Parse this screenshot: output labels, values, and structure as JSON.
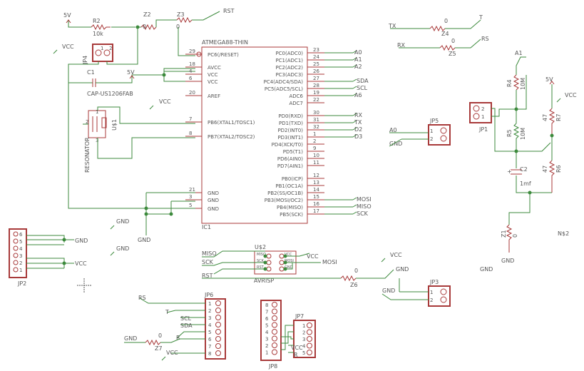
{
  "supply": {
    "v5": "5V",
    "vcc": "VCC",
    "gnd": "GND"
  },
  "chip": {
    "name": "ATMEGA88-THIN",
    "ref": "IC1",
    "left_pins": [
      {
        "num": "29",
        "name": "PC6(/RESET)"
      },
      {
        "num": "18",
        "name": "AVCC"
      },
      {
        "num": "4",
        "name": "VCC"
      },
      {
        "num": "6",
        "name": "VCC"
      },
      {
        "num": "20",
        "name": "AREF"
      },
      {
        "num": "7",
        "name": "PB6(XTAL1/TOSC1)"
      },
      {
        "num": "8",
        "name": "PB7(XTAL2/TOSC2)"
      },
      {
        "num": "21",
        "name": "GND"
      },
      {
        "num": "3",
        "name": "GND"
      },
      {
        "num": "5",
        "name": "GND"
      }
    ],
    "right_pins": [
      {
        "num": "23",
        "name": "PC0(ADC0)",
        "net": "A0"
      },
      {
        "num": "24",
        "name": "PC1(ADC1)",
        "net": "A1"
      },
      {
        "num": "25",
        "name": "PC2(ADC2)",
        "net": "A2"
      },
      {
        "num": "26",
        "name": "PC3(ADC3)",
        "net": ""
      },
      {
        "num": "27",
        "name": "PC4(ADC4/SDA)",
        "net": "SDA"
      },
      {
        "num": "28",
        "name": "PC5(ADC5/SCL)",
        "net": "SCL"
      },
      {
        "num": "19",
        "name": "ADC6",
        "net": "A6"
      },
      {
        "num": "22",
        "name": "ADC7",
        "net": ""
      },
      {
        "num": "30",
        "name": "PD0(RXD)",
        "net": "RX"
      },
      {
        "num": "31",
        "name": "PD1(TXD)",
        "net": "TX"
      },
      {
        "num": "32",
        "name": "PD2(INT0)",
        "net": "D2"
      },
      {
        "num": "1",
        "name": "PD3(INT1)",
        "net": "D3"
      },
      {
        "num": "2",
        "name": "PD4(XCK/T0)",
        "net": ""
      },
      {
        "num": "9",
        "name": "PD5(T1)",
        "net": ""
      },
      {
        "num": "10",
        "name": "PD6(AIN0)",
        "net": ""
      },
      {
        "num": "11",
        "name": "PD7(AIN1)",
        "net": ""
      },
      {
        "num": "12",
        "name": "PB0(ICP)",
        "net": ""
      },
      {
        "num": "13",
        "name": "PB1(OC1A)",
        "net": ""
      },
      {
        "num": "14",
        "name": "PB2(SS/OC1B)",
        "net": ""
      },
      {
        "num": "15",
        "name": "PB3(MOSI/OC2)",
        "net": "MOSI"
      },
      {
        "num": "16",
        "name": "PB4(MISO)",
        "net": "MISO"
      },
      {
        "num": "17",
        "name": "PB5(SCK)",
        "net": "SCK"
      }
    ]
  },
  "parts": {
    "r2": {
      "ref": "R2",
      "value": "10k"
    },
    "z2": {
      "ref": "Z2",
      "value": "0"
    },
    "z3": {
      "ref": "Z3",
      "value": "0"
    },
    "rst": "RST",
    "jp4": "JP4",
    "c1": {
      "ref": "C1",
      "value": "CAP-US1206FAB"
    },
    "u1": "U$1",
    "resonator": "RESONATOR",
    "z4": {
      "ref": "Z4",
      "value": "0"
    },
    "z5": {
      "ref": "Z5",
      "value": "0"
    },
    "tx": "TX",
    "rx": "RX",
    "t": "T",
    "rs": "RS",
    "jp5": "JP5",
    "a0": "A0",
    "a1": "A1",
    "jp1": "JP1",
    "r4": {
      "ref": "R4",
      "value": "10M"
    },
    "r5": {
      "ref": "R5",
      "value": "10M"
    },
    "r7": {
      "ref": "R7",
      "value": "47"
    },
    "r6": {
      "ref": "R6",
      "value": "47"
    },
    "c2": {
      "ref": "C2",
      "value": "1mf"
    },
    "z1": {
      "ref": "Z1",
      "value": "0"
    },
    "n2": "N$2",
    "jp2": "JP2",
    "u2": "U$2",
    "avrisp": "AVRISP",
    "isp_pins": [
      "MISO",
      "SCK",
      "RST",
      "VCC",
      "MOSI",
      "GND"
    ],
    "miso": "MISO",
    "sck": "SCK",
    "mosi": "MOSI",
    "z6": {
      "ref": "Z6",
      "value": "0"
    },
    "jp3": "JP3",
    "jp6": "JP6",
    "jp6_nets": [
      "RS",
      "T",
      "SCL",
      "SDA",
      "R"
    ],
    "z7": {
      "ref": "Z7",
      "value": "0"
    },
    "jp8": "JP8",
    "jp7": "JP7",
    "pin1": "1",
    "pin2": "2",
    "pin3": "3",
    "pin4": "4",
    "pin5": "5",
    "pin6": "6",
    "pin7": "7",
    "pin8": "8"
  }
}
